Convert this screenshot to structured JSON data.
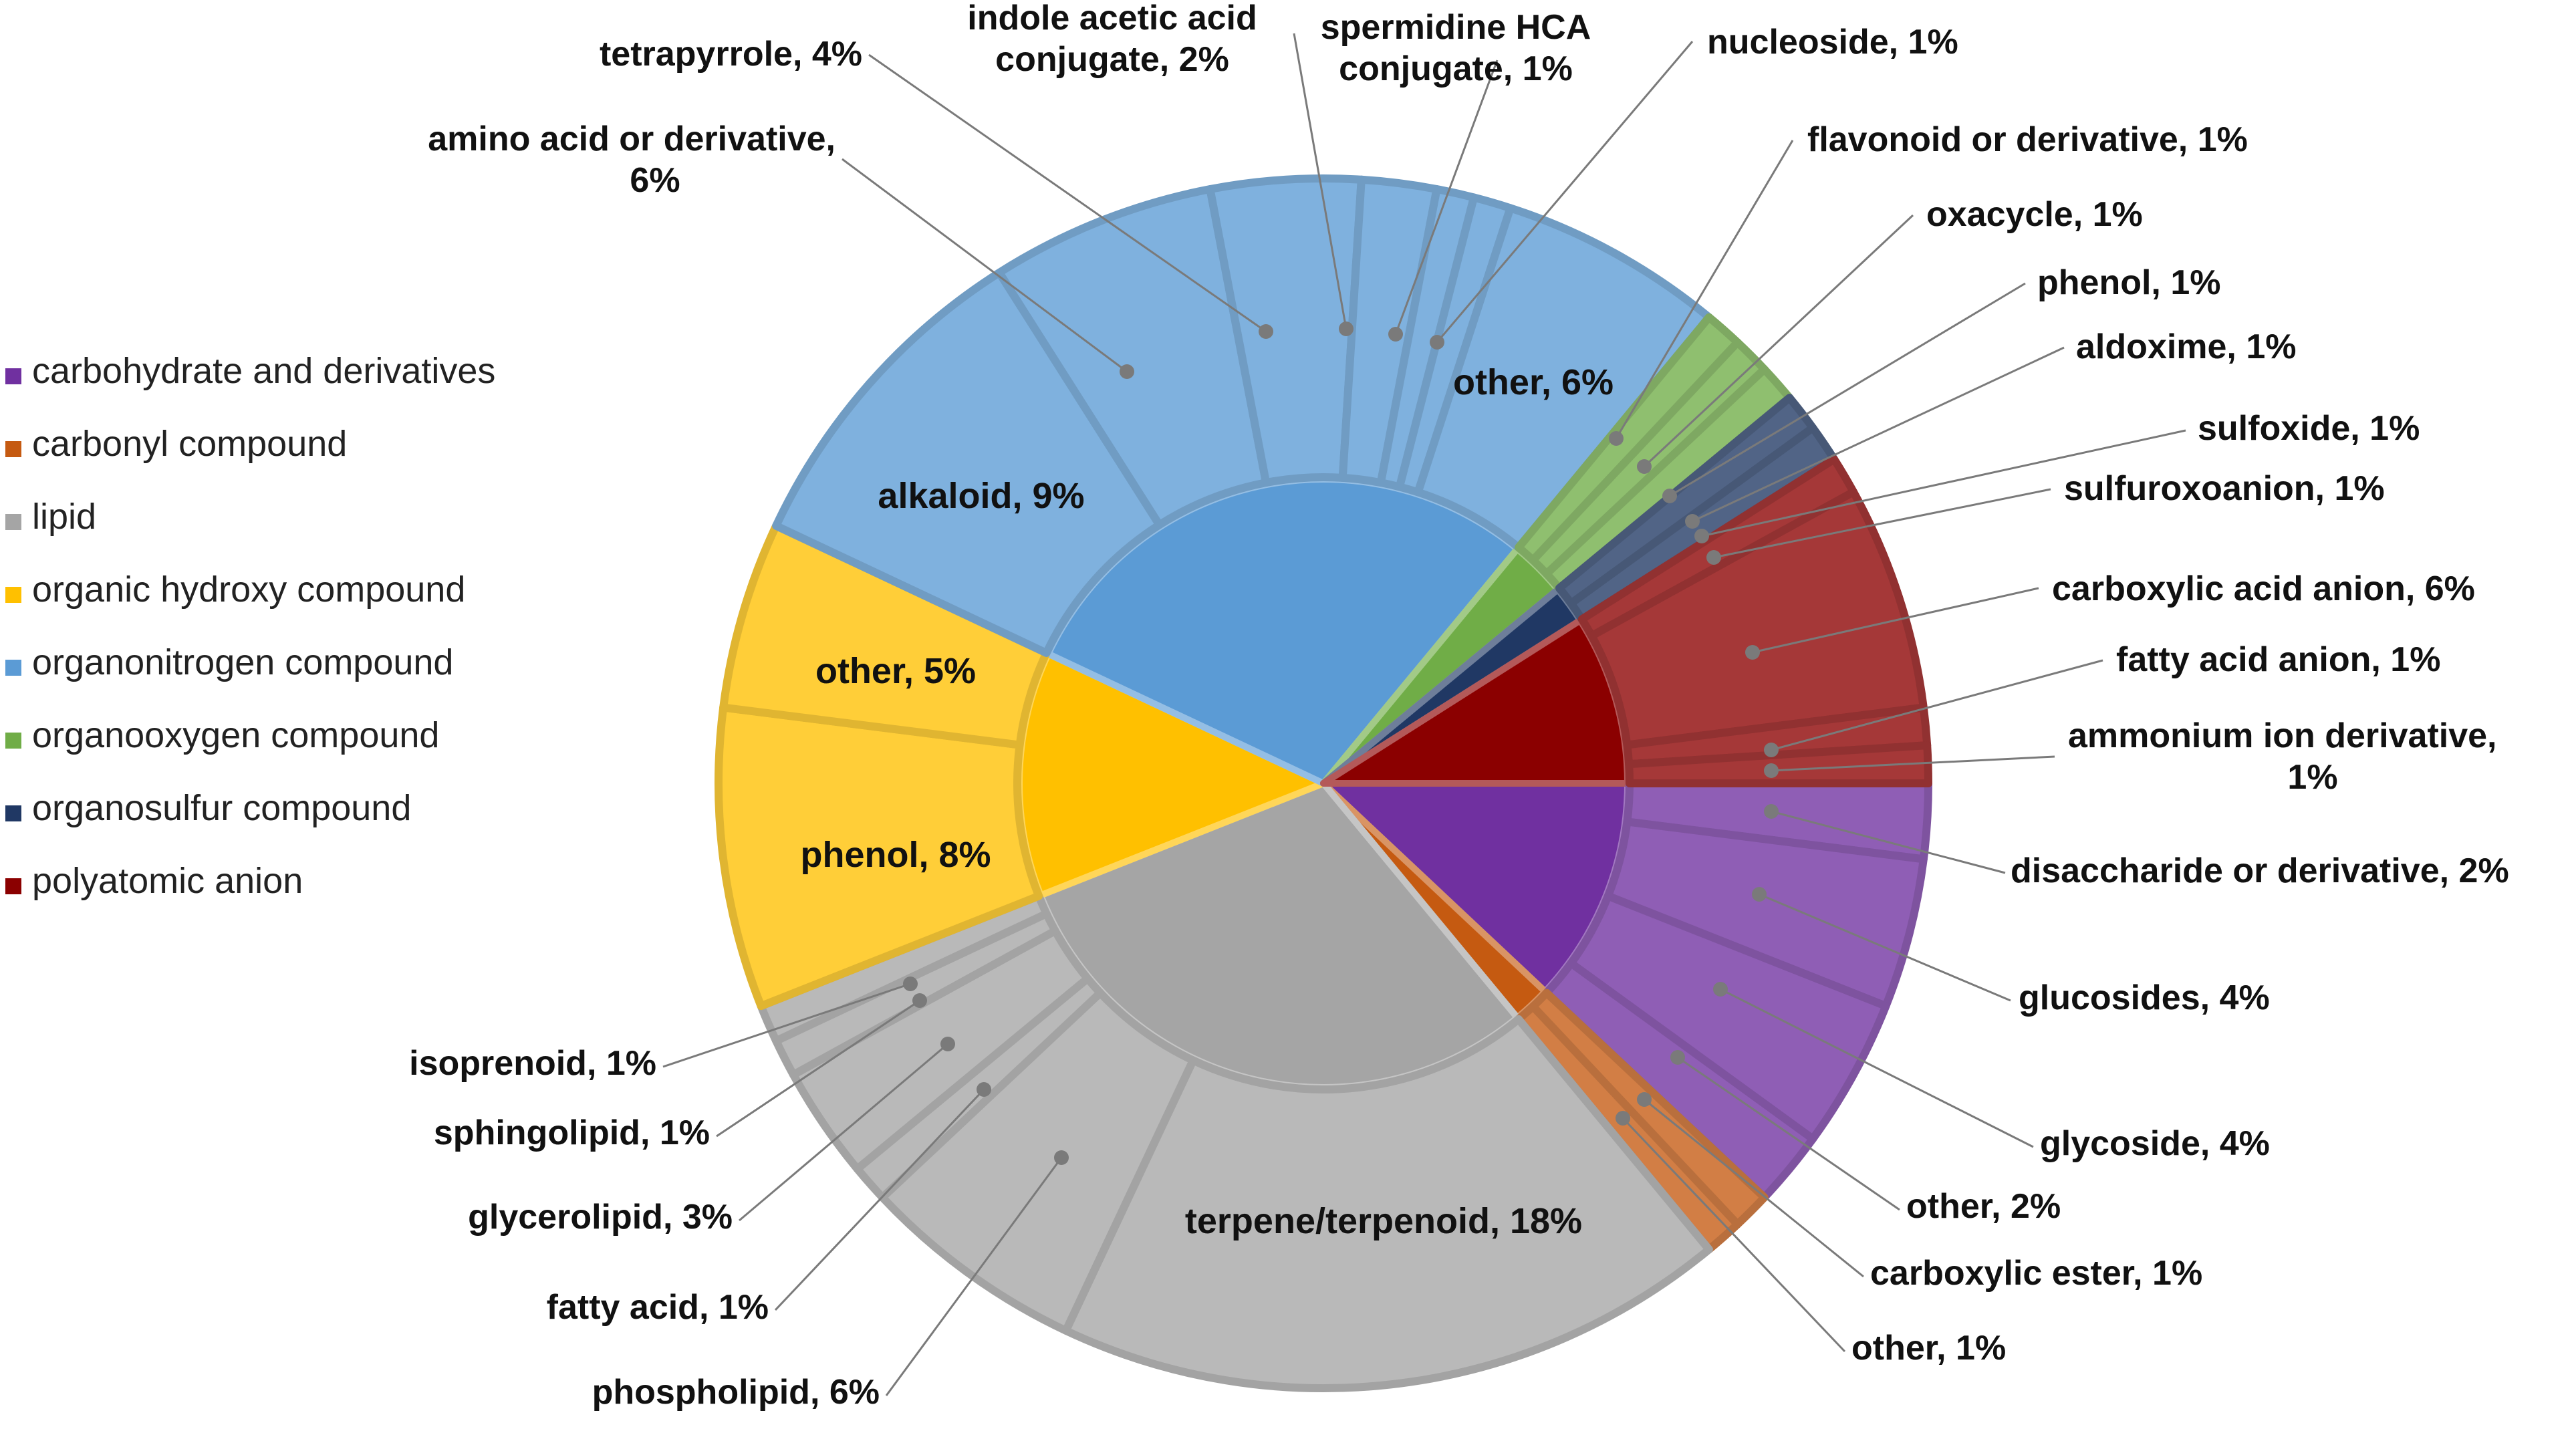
{
  "chart_data": {
    "type": "pie",
    "subtype": "sunburst",
    "unit": "%",
    "legend_position": "left",
    "inner_ring": [
      {
        "name": "carbohydrate and derivatives",
        "color": "#7030A0"
      },
      {
        "name": "carbonyl compound",
        "color": "#C55A11"
      },
      {
        "name": "lipid",
        "color": "#A5A5A5"
      },
      {
        "name": "organic hydroxy compound",
        "color": "#FFC000"
      },
      {
        "name": "organonitrogen compound",
        "color": "#5B9BD5"
      },
      {
        "name": "organooxygen compound",
        "color": "#70AD47"
      },
      {
        "name": "organosulfur compound",
        "color": "#203864"
      },
      {
        "name": "polyatomic anion",
        "color": "#8B0000"
      }
    ],
    "outer_ring": [
      {
        "category": "carbohydrate and derivatives",
        "name": "disaccharide or derivative",
        "value": 2,
        "label": "disaccharide or derivative, 2%"
      },
      {
        "category": "carbohydrate and derivatives",
        "name": "glucosides",
        "value": 4,
        "label": "glucosides, 4%"
      },
      {
        "category": "carbohydrate and derivatives",
        "name": "glycoside",
        "value": 4,
        "label": "glycoside, 4%"
      },
      {
        "category": "carbohydrate and derivatives",
        "name": "other",
        "value": 2,
        "label": "other, 2%"
      },
      {
        "category": "carbonyl compound",
        "name": "carboxylic ester",
        "value": 1,
        "label": "carboxylic ester, 1%"
      },
      {
        "category": "carbonyl compound",
        "name": "other",
        "value": 1,
        "label": "other, 1%"
      },
      {
        "category": "lipid",
        "name": "terpene/terpenoid",
        "value": 18,
        "label": "terpene/terpenoid, 18%"
      },
      {
        "category": "lipid",
        "name": "phospholipid",
        "value": 6,
        "label": "phospholipid, 6%"
      },
      {
        "category": "lipid",
        "name": "fatty acid",
        "value": 1,
        "label": "fatty acid, 1%"
      },
      {
        "category": "lipid",
        "name": "glycerolipid",
        "value": 3,
        "label": "glycerolipid, 3%"
      },
      {
        "category": "lipid",
        "name": "sphingolipid",
        "value": 1,
        "label": "sphingolipid, 1%"
      },
      {
        "category": "lipid",
        "name": "isoprenoid",
        "value": 1,
        "label": "isoprenoid, 1%"
      },
      {
        "category": "organic hydroxy compound",
        "name": "phenol",
        "value": 8,
        "label": "phenol, 8%"
      },
      {
        "category": "organic hydroxy compound",
        "name": "other",
        "value": 5,
        "label": "other, 5%"
      },
      {
        "category": "organonitrogen compound",
        "name": "alkaloid",
        "value": 9,
        "label": "alkaloid, 9%"
      },
      {
        "category": "organonitrogen compound",
        "name": "amino acid or derivative",
        "value": 6,
        "label": "amino acid or derivative, 6%"
      },
      {
        "category": "organonitrogen compound",
        "name": "tetrapyrrole",
        "value": 4,
        "label": "tetrapyrrole, 4%"
      },
      {
        "category": "organonitrogen compound",
        "name": "indole acetic acid conjugate",
        "value": 2,
        "label": "indole acetic acid conjugate, 2%"
      },
      {
        "category": "organonitrogen compound",
        "name": "spermidine HCA conjugate",
        "value": 1,
        "label": "spermidine HCA conjugate, 1%"
      },
      {
        "category": "organonitrogen compound",
        "name": "nucleoside",
        "value": 1,
        "label": "nucleoside, 1%"
      },
      {
        "category": "organonitrogen compound",
        "name": "other",
        "value": 6,
        "label": "other, 6%"
      },
      {
        "category": "organooxygen compound",
        "name": "flavonoid or derivative",
        "value": 1,
        "label": "flavonoid or derivative, 1%"
      },
      {
        "category": "organooxygen compound",
        "name": "oxacycle",
        "value": 1,
        "label": "oxacycle, 1%"
      },
      {
        "category": "organooxygen compound",
        "name": "phenol",
        "value": 1,
        "label": "phenol, 1%"
      },
      {
        "category": "organosulfur compound",
        "name": "aldoxime",
        "value": 1,
        "label": "aldoxime, 1%"
      },
      {
        "category": "organosulfur compound",
        "name": "sulfoxide",
        "value": 1,
        "label": "sulfoxide, 1%"
      },
      {
        "category": "polyatomic anion",
        "name": "sulfuroxoanion",
        "value": 1,
        "label": "sulfuroxoanion, 1%"
      },
      {
        "category": "polyatomic anion",
        "name": "carboxylic acid anion",
        "value": 6,
        "label": "carboxylic acid anion, 6%"
      },
      {
        "category": "polyatomic anion",
        "name": "fatty acid anion",
        "value": 1,
        "label": "fatty acid anion, 1%"
      },
      {
        "category": "polyatomic anion",
        "name": "ammonium ion derivative",
        "value": 1,
        "label": "ammonium ion derivative, 1%"
      }
    ]
  }
}
